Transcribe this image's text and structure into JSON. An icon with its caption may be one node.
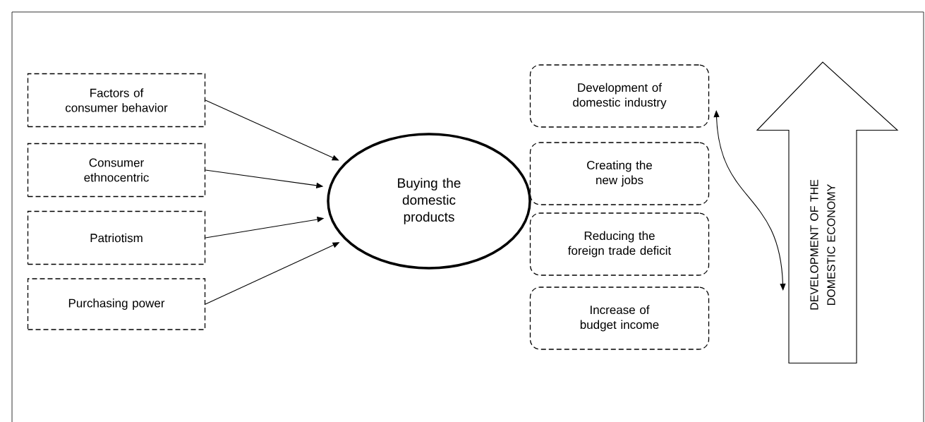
{
  "diagram": {
    "nodes": [
      {
        "text": [
          "Factors of consumer behavior"
        ]
      },
      {
        "text": [
          "Consumer ethnocentric"
        ]
      },
      {
        "text": [
          "Patriotism"
        ]
      },
      {
        "text": [
          "Purchasing power"
        ]
      },
      {
        "text": [
          "Buying the domestic products"
        ]
      },
      {
        "text": [
          "Development of domestic industry"
        ]
      },
      {
        "text": [
          "Creating the new jobs"
        ]
      },
      {
        "text": [
          "Reducing the foreign trade deficit"
        ]
      },
      {
        "text": [
          "Increase of budget income"
        ]
      },
      {
        "text": [
          "DEVELOPMENT OF THE DOMESTIC ECONOMY"
        ]
      }
    ],
    "edges": [
      {
        "from": 0,
        "to": 4,
        "arrow": "to"
      },
      {
        "from": 1,
        "to": 4,
        "arrow": "to"
      },
      {
        "from": 2,
        "to": 4,
        "arrow": "to"
      },
      {
        "from": 3,
        "to": 4,
        "arrow": "to"
      },
      {
        "from": 5,
        "to": 9,
        "arrow": "both"
      }
    ]
  }
}
